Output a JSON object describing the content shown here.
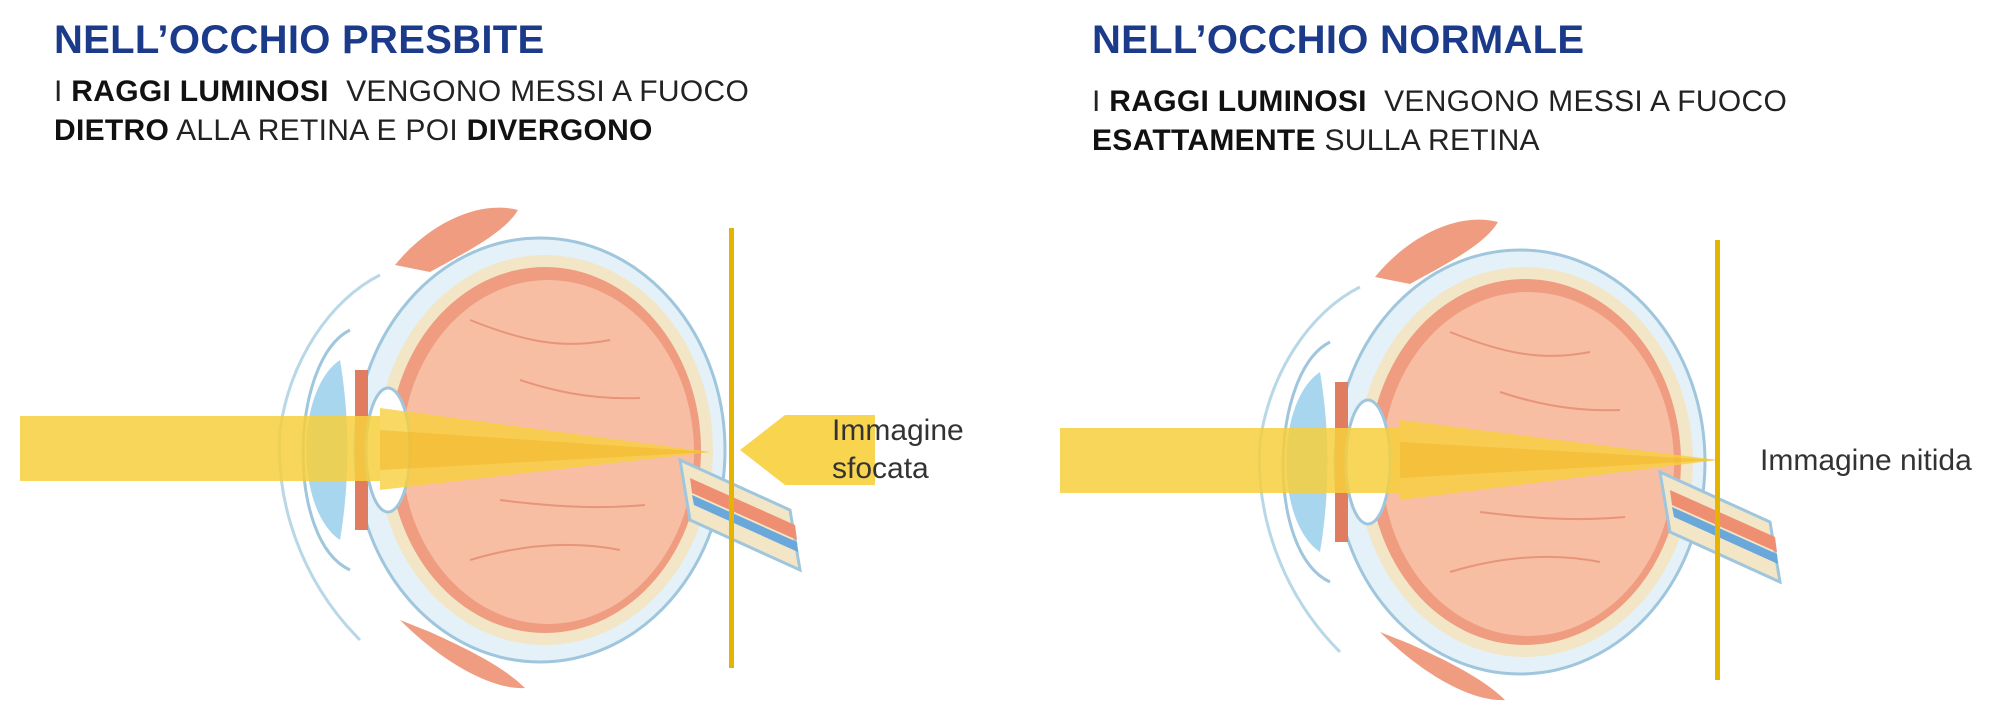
{
  "colors": {
    "title": "#1b3a8a",
    "ray": "#f7cf3c",
    "retina_line": "#e5b400",
    "sclera": "#e4f1f8",
    "eye_body": "#f6b497",
    "muscle": "#ef9c80"
  },
  "left_panel": {
    "title": "NELL’OCCHIO PRESBITE",
    "line1": {
      "prefix": "I ",
      "bold": "RAGGI LUMINOSI",
      "rest": "  VENGONO MESSI A FUOCO"
    },
    "line2": {
      "bold1": "DIETRO",
      "mid": " ALLA RETINA E POI ",
      "bold2": "DIVERGONO"
    },
    "caption_line1": "Immagine",
    "caption_line2": "sfocata"
  },
  "right_panel": {
    "title": "NELL’OCCHIO NORMALE",
    "line1": {
      "prefix": "I ",
      "bold": "RAGGI LUMINOSI",
      "rest": "  VENGONO MESSI A FUOCO"
    },
    "line2": {
      "bold1": "ESATTAMENTE",
      "mid": " SULLA RETINA"
    },
    "caption": "Immagine nitida"
  }
}
